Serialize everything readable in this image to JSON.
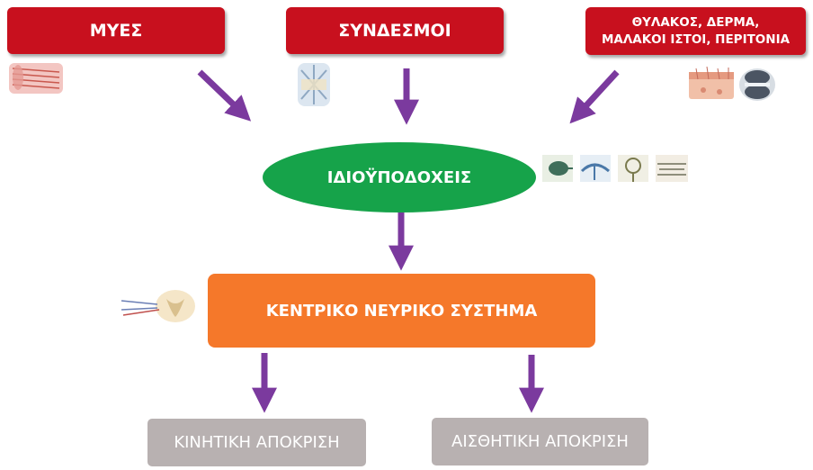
{
  "diagram": {
    "muscles": "ΜΥΕΣ",
    "ligaments": "ΣΥΝΔΕΣΜΟΙ",
    "tissues_line1": "ΘΥΛΑΚΟΣ, ΔΕΡΜΑ,",
    "tissues_line2": "ΜΑΛΑΚΟΙ ΙΣΤΟΙ, ΠΕΡΙΤΟΝΙΑ",
    "proprioceptors": "ΙΔΙΟΫΠΟΔΟΧΕΙΣ",
    "cns": "ΚΕΝΤΡΙΚΟ ΝΕΥΡΙΚΟ ΣΥΣΤΗΜΑ",
    "motor_response": "ΚΙΝΗΤΙΚΗ ΑΠΟΚΡΙΣΗ",
    "sensory_response": "ΑΙΣΘΗΤΙΚΗ ΑΠΟΚΡΙΣΗ"
  },
  "colors": {
    "source_boxes": "#c8101e",
    "proprioceptors": "#16a34a",
    "cns": "#f5782a",
    "responses": "#b8b1b1",
    "arrows": "#7b3a9e"
  },
  "icons": [
    "muscle-tissue-icon",
    "ligament-icon",
    "skin-tissue-icon",
    "joint-capsule-icon",
    "receptor-icons",
    "spinal-cord-icon"
  ]
}
